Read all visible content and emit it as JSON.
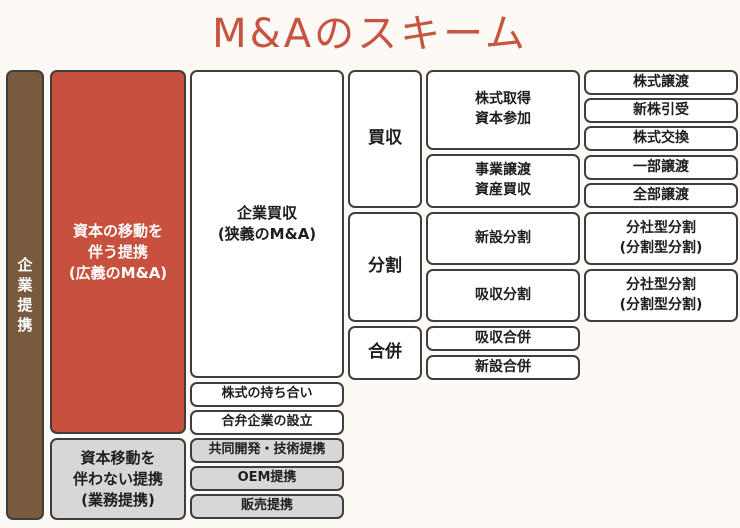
{
  "title": "M&Aのスキーム",
  "colors": {
    "title": "#c65440",
    "alliance": "#7a5a3f",
    "ma_broad": "#c8503e",
    "non_capital": "#d7d7d7",
    "border": "#3e3e3e",
    "box": "#ffffff"
  },
  "alliance": "企\n業\n提\n携",
  "capital_move": "資本の移動を\n伴う提携\n(広義のM&A)",
  "no_capital_move": "資本移動を\n伴わない提携\n(業務提携)",
  "ma_narrow": "企業買収\n(狭義のM&A)",
  "capital_ties": [
    "株式の持ち合い",
    "合弁企業の設立"
  ],
  "business_ties": [
    "共同開発・技術提携",
    "OEM提携",
    "販売提携"
  ],
  "acquisition": {
    "label": "買収",
    "stock": {
      "label": "株式取得\n資本参加",
      "items": [
        "株式譲渡",
        "新株引受",
        "株式交換"
      ]
    },
    "asset": {
      "label": "事業譲渡\n資産買収",
      "items": [
        "一部譲渡",
        "全部譲渡"
      ]
    }
  },
  "split": {
    "label": "分割",
    "new_split": {
      "label": "新設分割",
      "type": "分社型分割\n(分割型分割)"
    },
    "absorb_split": {
      "label": "吸収分割",
      "type": "分社型分割\n(分割型分割)"
    }
  },
  "merger": {
    "label": "合併",
    "items": [
      "吸収合併",
      "新設合併"
    ]
  }
}
